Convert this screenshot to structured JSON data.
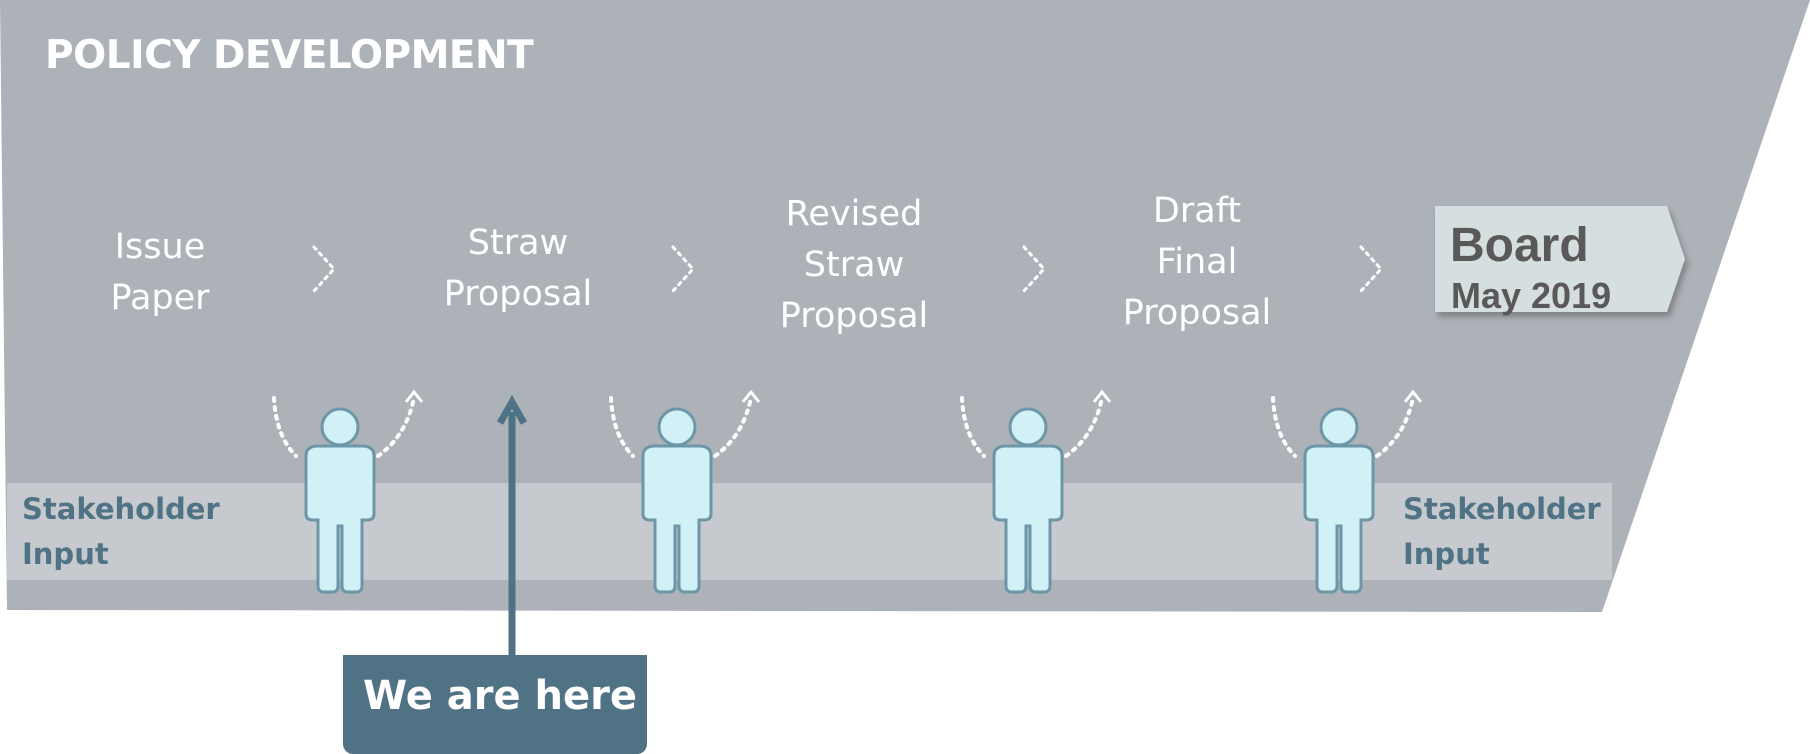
{
  "title": "POLICY DEVELOPMENT",
  "stages": [
    {
      "lines": [
        "Issue",
        "Paper"
      ]
    },
    {
      "lines": [
        "Straw",
        "Proposal"
      ]
    },
    {
      "lines": [
        "Revised",
        "Straw",
        "Proposal"
      ]
    },
    {
      "lines": [
        "Draft",
        "Final",
        "Proposal"
      ]
    }
  ],
  "board": {
    "title": "Board",
    "date": "May 2019"
  },
  "stakeholder_input": {
    "left": [
      "Stakeholder",
      "Input"
    ],
    "right": [
      "Stakeholder",
      "Input"
    ]
  },
  "current_marker": {
    "label": "We are here",
    "points_to": "Straw Proposal"
  },
  "colors": {
    "band": "#adb1b8",
    "input_strip": "#c6c9ce",
    "accent": "#4f7385",
    "board_fill": "#d6dfe0",
    "board_text": "#595959",
    "figure_fill": "#d2f1f6",
    "figure_stroke": "#6d97a8"
  }
}
